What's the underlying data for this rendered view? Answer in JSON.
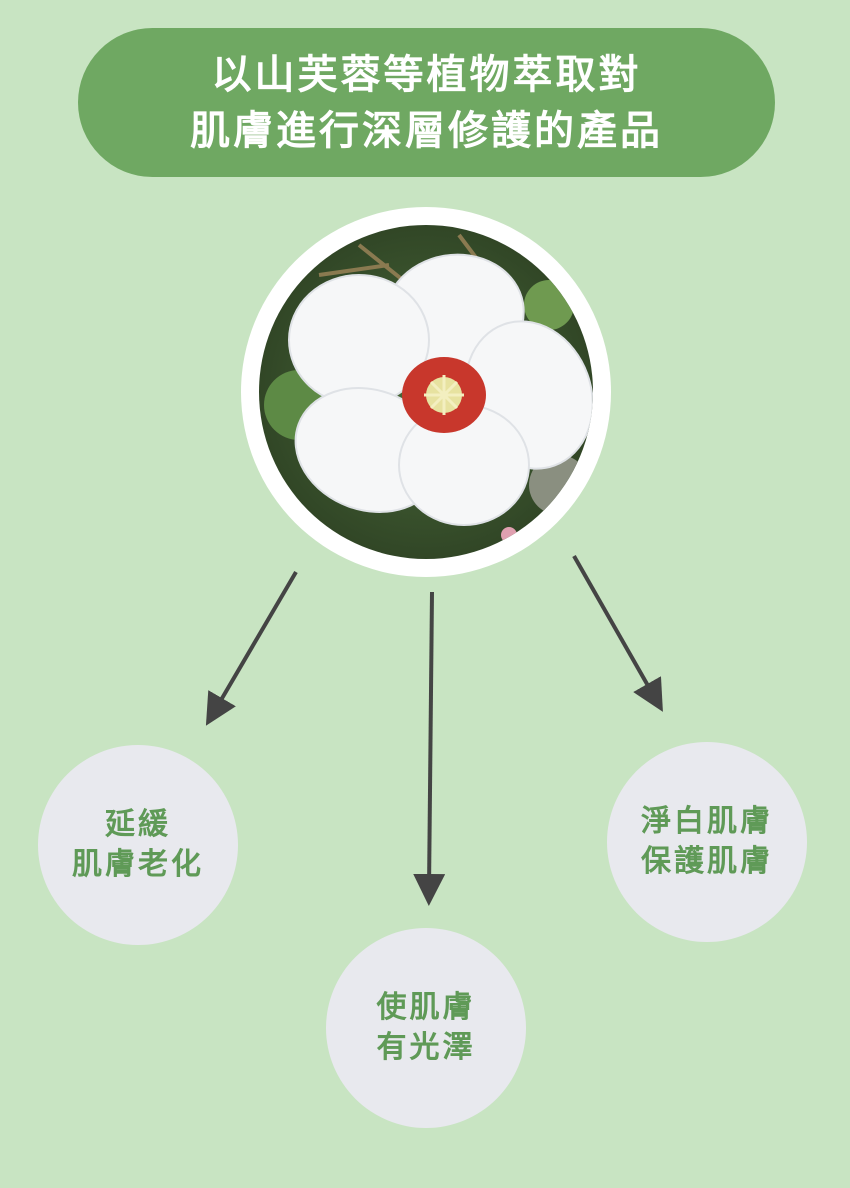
{
  "title": {
    "line1": "以山芙蓉等植物萃取對",
    "line2": "肌膚進行深層修護的產品"
  },
  "image": {
    "subject": "hibiscus-flower-icon"
  },
  "benefits": [
    {
      "line1": "延緩",
      "line2": "肌膚老化"
    },
    {
      "line1": "使肌膚",
      "line2": "有光澤"
    },
    {
      "line1": "淨白肌膚",
      "line2": "保護肌膚"
    }
  ],
  "colors": {
    "background": "#c8e4c2",
    "title_bg": "#6fa862",
    "bubble_bg": "#e8e9ee",
    "bubble_text": "#5f9a57",
    "arrow": "#444444"
  }
}
